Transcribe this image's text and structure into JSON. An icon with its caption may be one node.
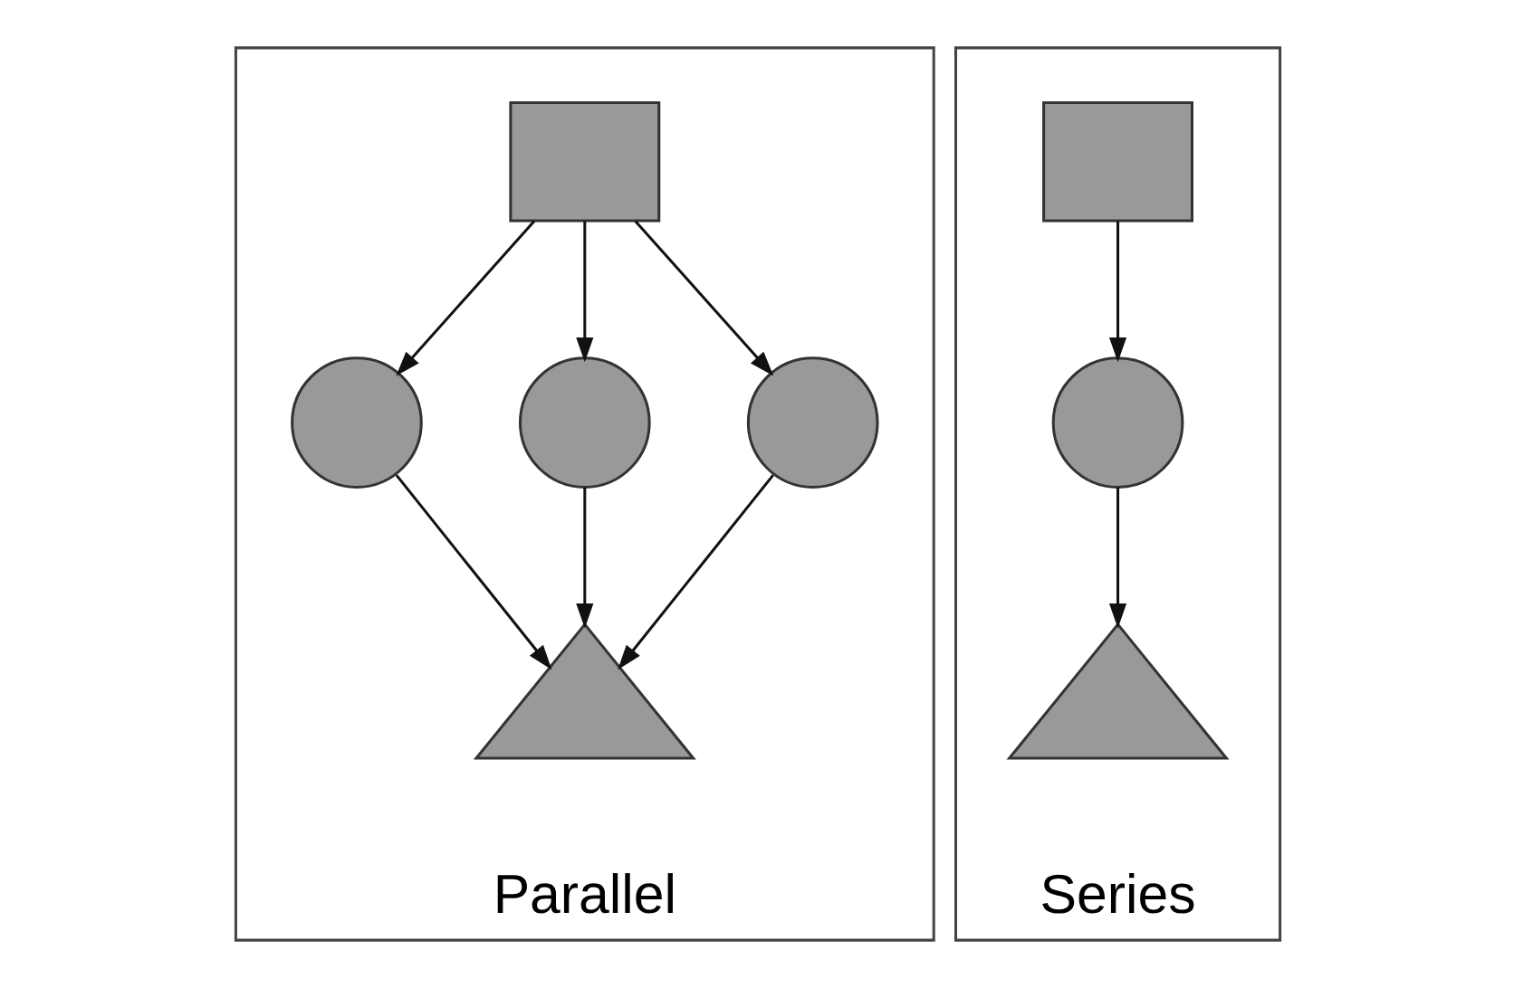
{
  "diagram": {
    "nodes": [
      {
        "text": [
          "Parallel"
        ]
      },
      {
        "text": [],
        "shape": "box",
        "in": 0
      },
      {
        "text": [],
        "shape": "circle",
        "in": 0
      },
      {
        "text": [],
        "shape": "circle",
        "in": 0
      },
      {
        "text": [],
        "shape": "circle",
        "in": 0
      },
      {
        "text": [],
        "shape": "triangle",
        "in": 0
      },
      {
        "text": [
          "Series"
        ]
      },
      {
        "text": [],
        "shape": "box",
        "in": 6
      },
      {
        "text": [],
        "shape": "circle",
        "in": 6
      },
      {
        "text": [],
        "shape": "triangle",
        "in": 6
      }
    ],
    "edges": [
      {
        "from": 1,
        "to": 2,
        "arrow": "to"
      },
      {
        "from": 1,
        "to": 3,
        "arrow": "to"
      },
      {
        "from": 1,
        "to": 4,
        "arrow": "to"
      },
      {
        "from": 2,
        "to": 5,
        "arrow": "to"
      },
      {
        "from": 3,
        "to": 5,
        "arrow": "to"
      },
      {
        "from": 4,
        "to": 5,
        "arrow": "to"
      },
      {
        "from": 7,
        "to": 8,
        "arrow": "to"
      },
      {
        "from": 8,
        "to": 9,
        "arrow": "to"
      }
    ]
  }
}
